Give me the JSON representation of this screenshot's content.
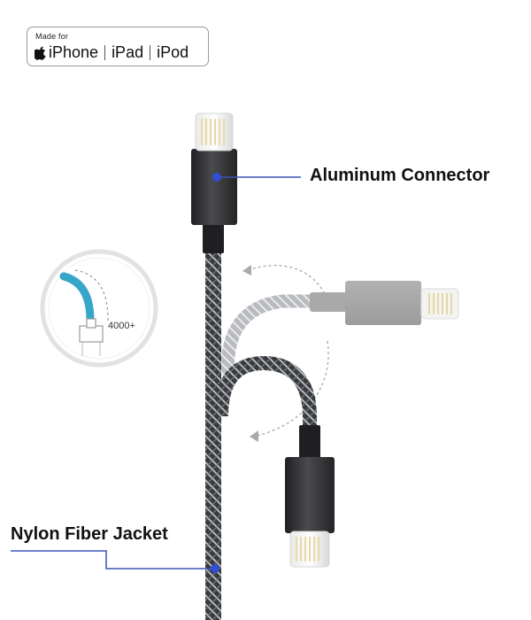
{
  "badge": {
    "small_text": "Made for",
    "items": [
      "iPhone",
      "iPad",
      "iPod"
    ]
  },
  "callouts": {
    "connector_label": "Aluminum Connector",
    "jacket_label": "Nylon Fiber Jacket",
    "bend_count": "4000+"
  },
  "colors": {
    "callout_line": "#3b55b5",
    "callout_dot": "#2f4fd4",
    "connector_dark": "#2e2e30",
    "connector_light": "#a8a8a8"
  },
  "icons": [
    "apple-logo-icon",
    "bend-test-icon",
    "bend-arrow-icon"
  ]
}
